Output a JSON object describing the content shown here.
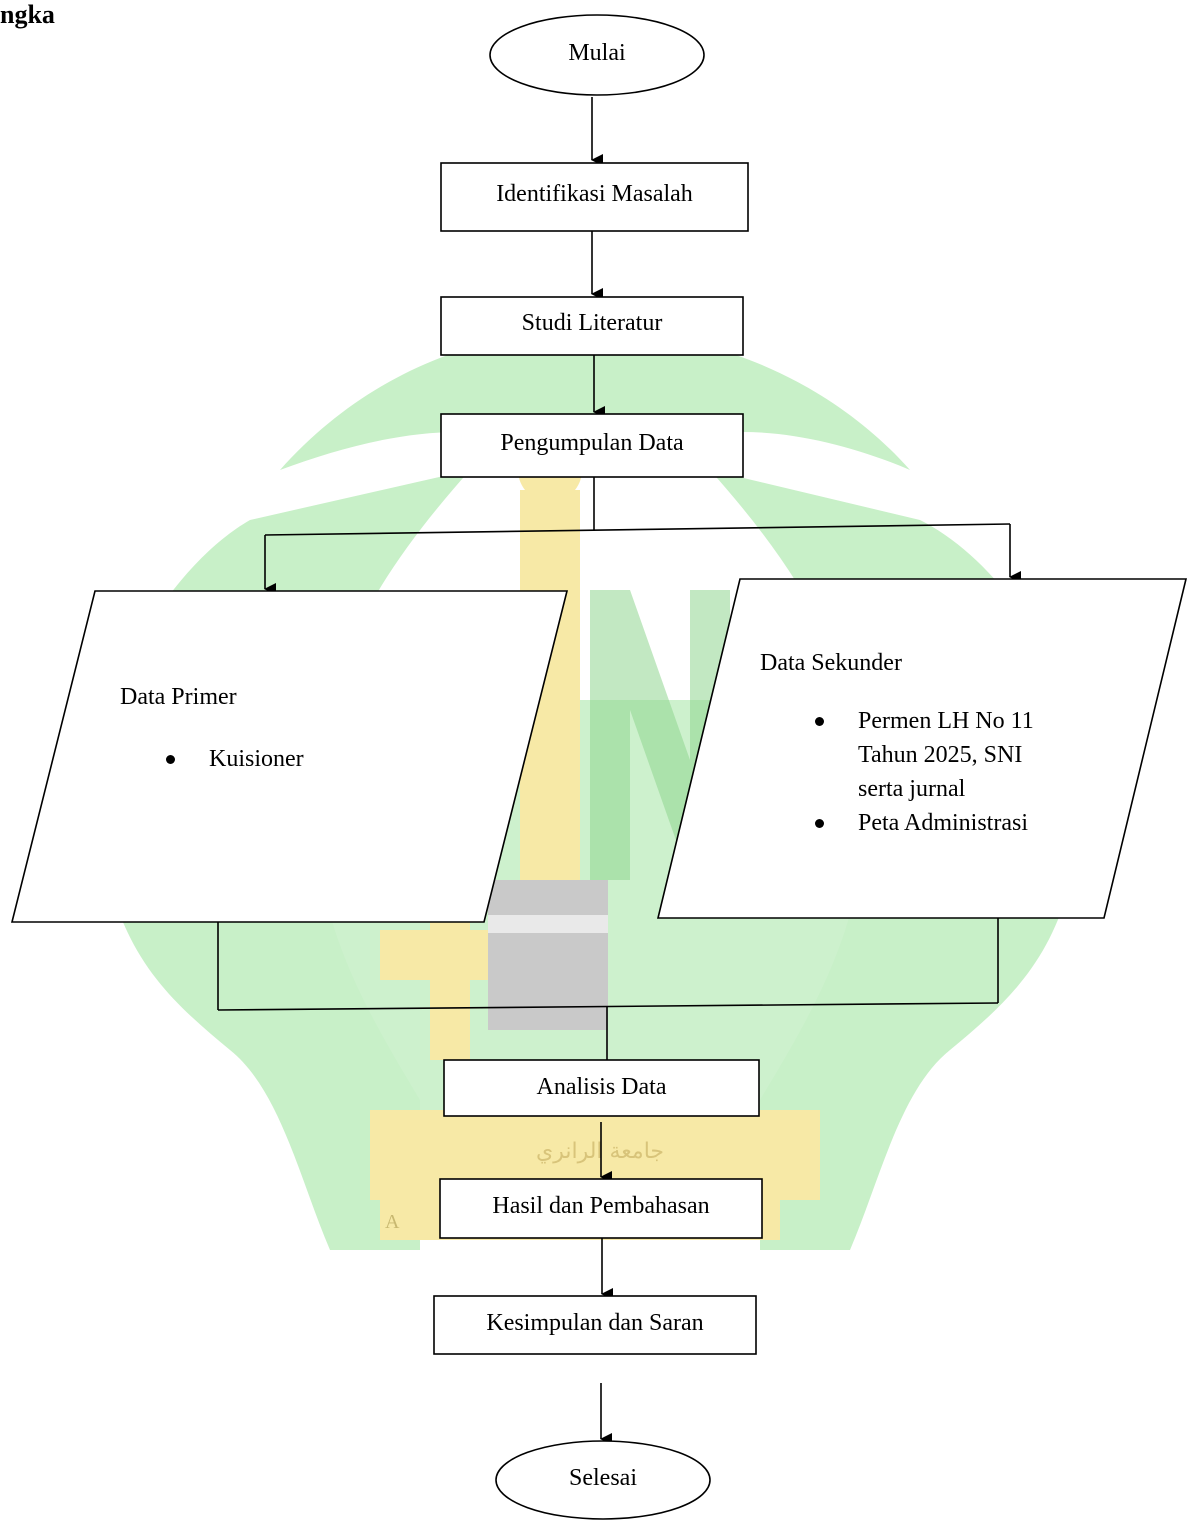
{
  "heading_fragment": "ngka",
  "colors": {
    "stroke": "#000000",
    "watermark_green": "#c8f0c8",
    "watermark_yellow": "#f7e9a6",
    "watermark_gray": "#c9c9c9"
  },
  "nodes": {
    "start": "Mulai",
    "identify": "Identifikasi Masalah",
    "literature": "Studi Literatur",
    "collect": "Pengumpulan Data",
    "primary_title": "Data Primer",
    "primary_items": [
      "Kuisioner"
    ],
    "secondary_title": "Data Sekunder",
    "secondary_items": [
      "Permen LH No 11\nTahun 2025, SNI\nserta jurnal",
      "Peta Administrasi"
    ],
    "analysis": "Analisis Data",
    "results": "Hasil dan Pembahasan",
    "conclusion": "Kesimpulan dan Saran",
    "end": "Selesai"
  },
  "watermark": {
    "script_text": "جامعة الرانري",
    "letters": "A"
  }
}
